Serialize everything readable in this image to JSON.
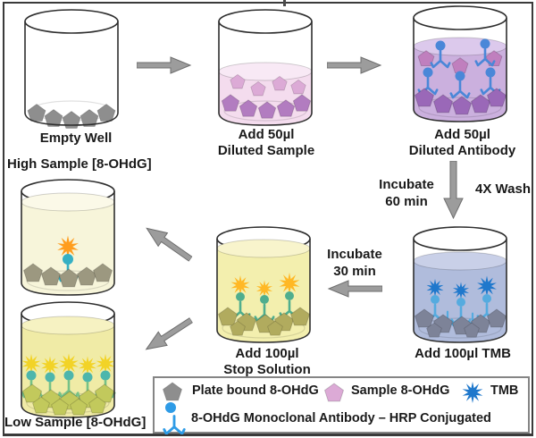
{
  "palette": {
    "ink": "#1a1a1a",
    "frame": "#3a3a3a",
    "outline": "#2f2f2f",
    "arrow": "#9c9c9c",
    "arrowEdge": "#6e6e6e",
    "legendBorder": "#858585",
    "liqSample": "#f4dcee",
    "liqSampleTop": "#f8e9f5",
    "liqAb": "#cbb0de",
    "liqAbTop": "#dcc9ec",
    "liqTmb": "#b0bcdc",
    "liqTmbTop": "#c9d0e8",
    "liqStop": "#f3efae",
    "liqStopTop": "#f8f4cc",
    "liqHigh": "#f7f5da",
    "liqHighTop": "#fbf9e8",
    "liqLow": "#f0eba6",
    "liqLowTop": "#f6f2c2",
    "pentPlate": "#8e8e8e",
    "pentSampleLight": "#dcaad6",
    "pentSampleDark": "#b27cc0",
    "pentPink": "#c07fbe",
    "pentPurple": "#9a68b8",
    "pentBlueGray": "#7d8398",
    "pentOlive": "#b1ab5e",
    "pentGrayOlive": "#9c9880",
    "pentYellowGreen": "#c2c95c",
    "abBlue": "#4a87d8",
    "abLightBlue": "#55abdf",
    "abTeal": "#4fae8e",
    "abCyan": "#35b0c4",
    "abGreen": "#76c287",
    "abLegend": "#2e9be6",
    "headTeal": "#4db6ac",
    "starBlue": "#1f78cc",
    "starOrange": "#ffb826",
    "starDeepOrange": "#ff9d1e",
    "starYellow": "#f2d327"
  },
  "steps": {
    "empty": {
      "label": "Empty Well"
    },
    "sample": {
      "line1": "Add 50µl",
      "line2": "Diluted Sample"
    },
    "antibody": {
      "line1": "Add 50µl",
      "line2": "Diluted Antibody"
    },
    "tmb": {
      "label": "Add 100µl TMB"
    },
    "stop": {
      "line1": "Add 100µl",
      "line2": "Stop Solution"
    },
    "high": {
      "label": "High Sample [8-OHdG]"
    },
    "low": {
      "label": "Low Sample [8-OHdG]"
    }
  },
  "annotations": {
    "incubate60": {
      "line1": "Incubate",
      "line2": "60 min"
    },
    "wash": "4X Wash",
    "incubate30": {
      "line1": "Incubate",
      "line2": "30 min"
    }
  },
  "legend": {
    "plate_bound": "Plate bound 8-OHdG",
    "sample": "Sample 8-OHdG",
    "tmb": "TMB",
    "antibody": "8-OHdG Monoclonal Antibody – HRP Conjugated"
  }
}
